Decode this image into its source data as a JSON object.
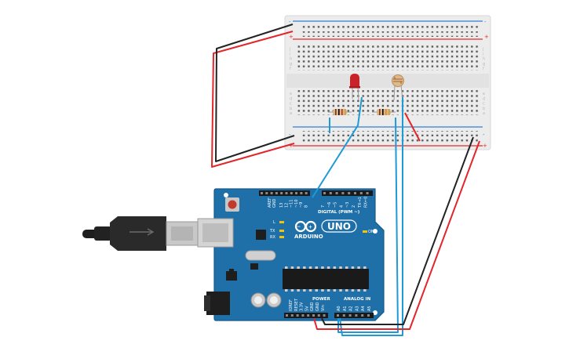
{
  "colors": {
    "board": "#1f6fa8",
    "board_edge": "#175a8a",
    "breadboard": "#ececec",
    "rail_red": "#e32b2b",
    "rail_blue": "#2f7fd6",
    "wire_red": "#e3262a",
    "wire_black": "#232323",
    "wire_blue": "#1e9ad6",
    "led": "#c8232a",
    "usb_plug": "#2a2a2a"
  },
  "breadboard": {
    "rows_top": [
      "j",
      "i",
      "h",
      "g",
      "f"
    ],
    "rows_bottom": [
      "e",
      "d",
      "c",
      "b",
      "a"
    ],
    "rail_plus": "+",
    "rail_minus": "-",
    "columns": 30
  },
  "components": {
    "led": "led",
    "photoresistor": "photoresistor",
    "resistors": [
      "resistor-1",
      "resistor-2"
    ]
  },
  "arduino": {
    "digital_label": "DIGITAL (PWM ~)",
    "logo_text": "ARDUINO",
    "uno_text": "UNO",
    "on_label": "ON",
    "power_label": "POWER",
    "analog_label": "ANALOG IN",
    "aref": "AREF",
    "gnd": "GND",
    "digital_pins": [
      "13",
      "12",
      "~11",
      "~10",
      "~9",
      "8",
      "7",
      "~6",
      "~5",
      "4",
      "~3",
      "2",
      "TX→1",
      "RX←0"
    ],
    "power_pins": [
      "IOREF",
      "RESET",
      "3.3V",
      "5V",
      "GND",
      "GND",
      "Vin"
    ],
    "analog_pins": [
      "A0",
      "A1",
      "A2",
      "A3",
      "A4",
      "A5"
    ],
    "l_label": "L",
    "tx_label": "TX",
    "rx_label": "RX"
  }
}
